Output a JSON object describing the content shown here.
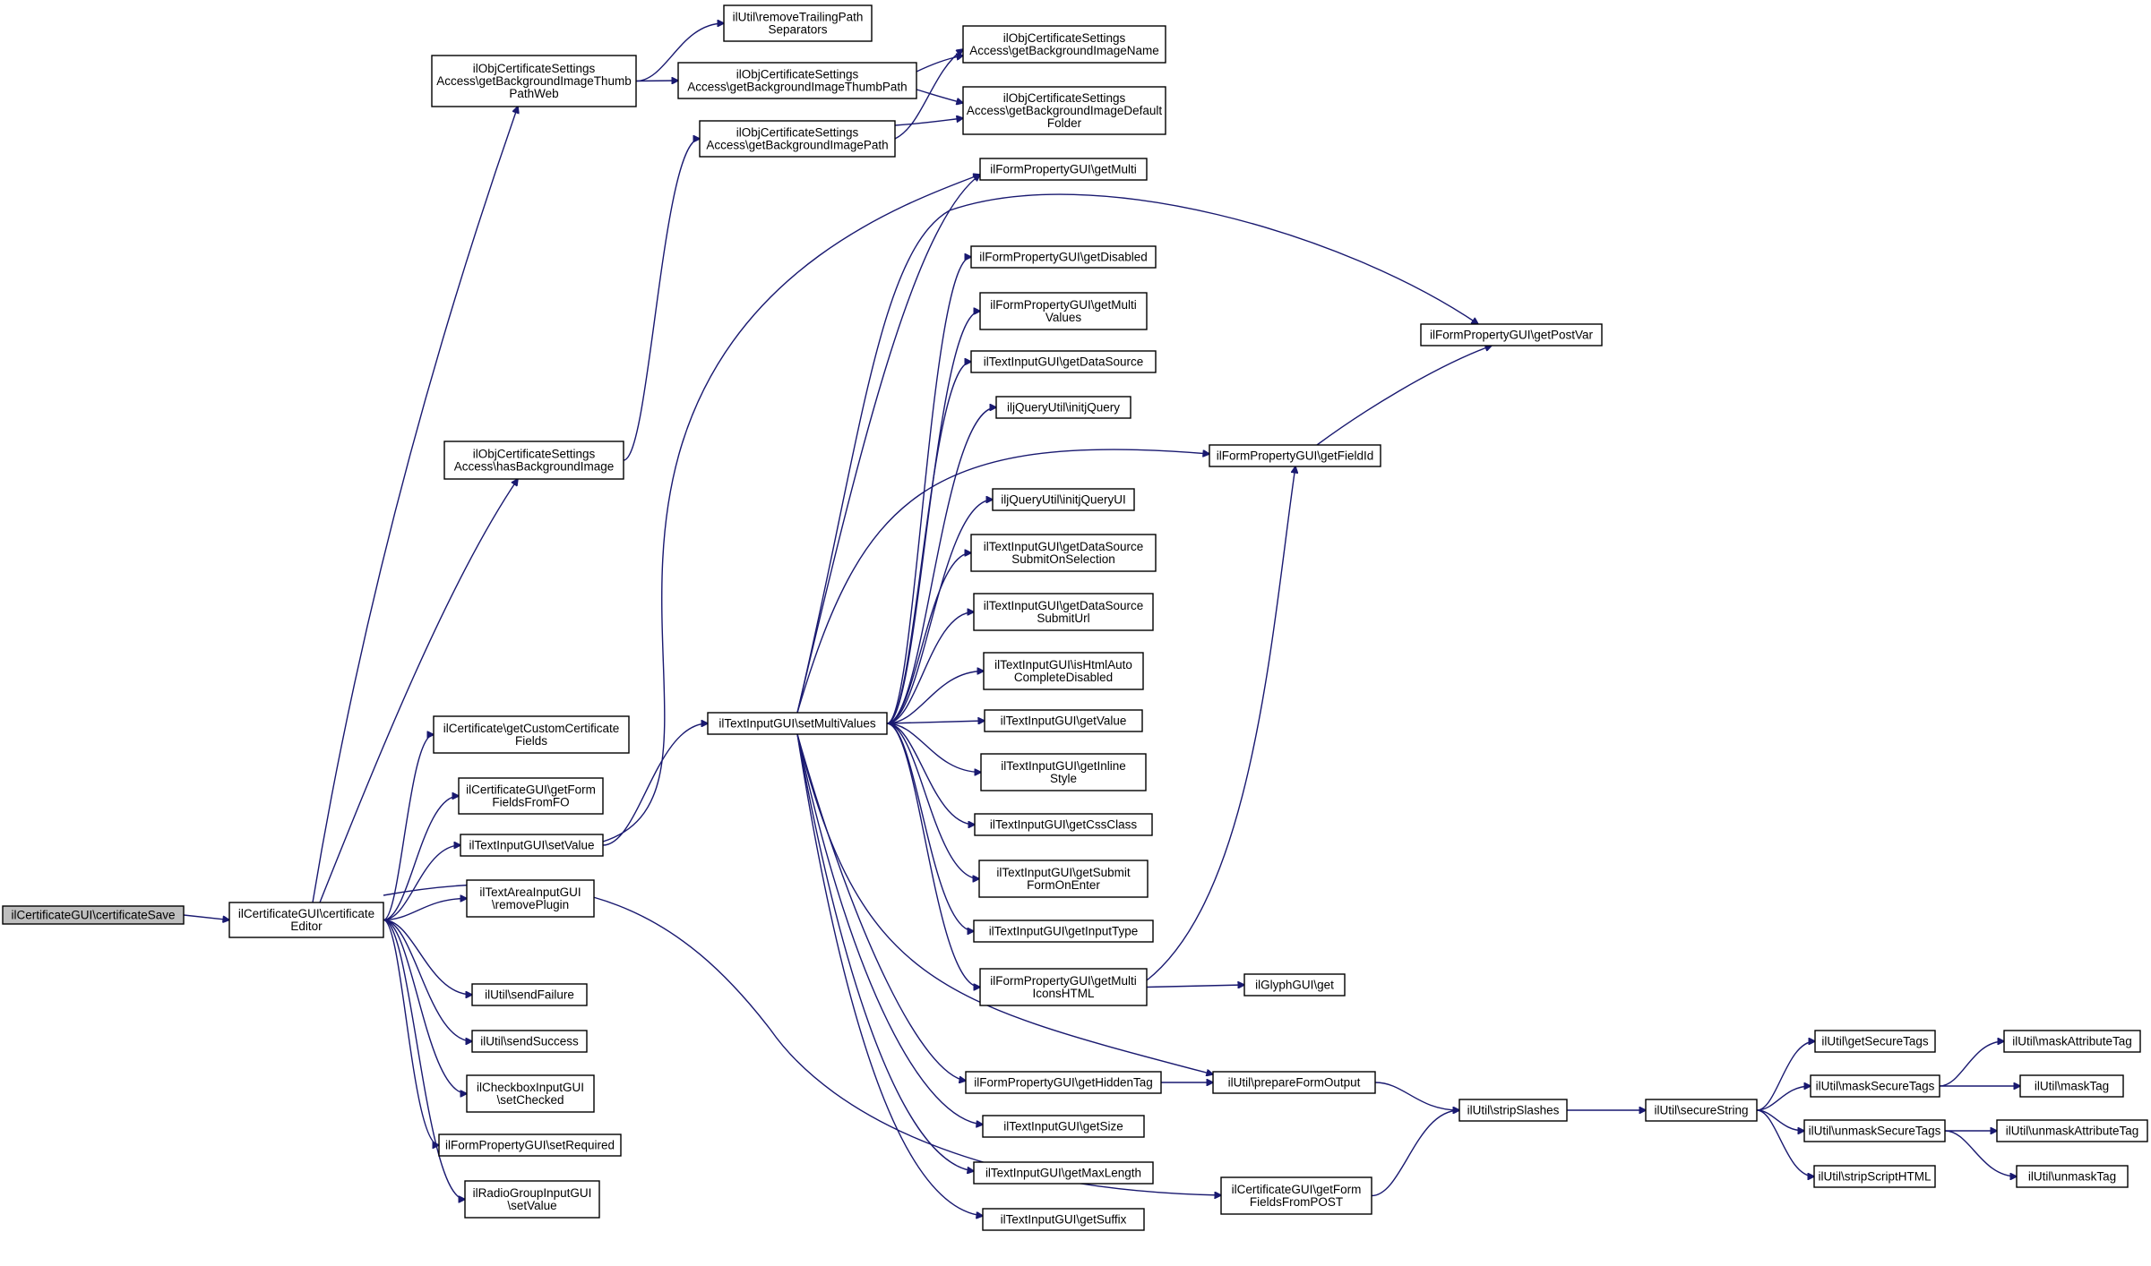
{
  "diagram": {
    "edge_color": "#191970",
    "node_fill": "#ffffff",
    "root_fill": "#bfbfbf",
    "nodes": [
      {
        "id": "n1",
        "lines": [
          "ilCertificateGUI\\certificateSave"
        ],
        "root": true
      },
      {
        "id": "n2",
        "lines": [
          "ilCertificateGUI\\certificate",
          "Editor"
        ]
      },
      {
        "id": "n3",
        "lines": [
          "ilObjCertificateSettings",
          "Access\\getBackgroundImageThumb",
          "PathWeb"
        ]
      },
      {
        "id": "n4",
        "lines": [
          "ilObjCertificateSettings",
          "Access\\hasBackgroundImage"
        ]
      },
      {
        "id": "n5",
        "lines": [
          "ilCertificate\\getCustomCertificate",
          "Fields"
        ]
      },
      {
        "id": "n6",
        "lines": [
          "ilCertificateGUI\\getForm",
          "FieldsFromFO"
        ]
      },
      {
        "id": "n7",
        "lines": [
          "ilTextInputGUI\\setValue"
        ]
      },
      {
        "id": "n8",
        "lines": [
          "ilTextAreaInputGUI",
          "\\removePlugin"
        ]
      },
      {
        "id": "n9",
        "lines": [
          "ilUtil\\sendFailure"
        ]
      },
      {
        "id": "n10",
        "lines": [
          "ilUtil\\sendSuccess"
        ]
      },
      {
        "id": "n11",
        "lines": [
          "ilCheckboxInputGUI",
          "\\setChecked"
        ]
      },
      {
        "id": "n12",
        "lines": [
          "ilFormPropertyGUI\\setRequired"
        ]
      },
      {
        "id": "n13",
        "lines": [
          "ilRadioGroupInputGUI",
          "\\setValue"
        ]
      },
      {
        "id": "n14",
        "lines": [
          "ilUtil\\removeTrailingPath",
          "Separators"
        ]
      },
      {
        "id": "n15",
        "lines": [
          "ilObjCertificateSettings",
          "Access\\getBackgroundImageThumbPath"
        ]
      },
      {
        "id": "n16",
        "lines": [
          "ilObjCertificateSettings",
          "Access\\getBackgroundImagePath"
        ]
      },
      {
        "id": "n17",
        "lines": [
          "ilTextInputGUI\\setMultiValues"
        ]
      },
      {
        "id": "n18",
        "lines": [
          "ilObjCertificateSettings",
          "Access\\getBackgroundImageName"
        ]
      },
      {
        "id": "n19",
        "lines": [
          "ilObjCertificateSettings",
          "Access\\getBackgroundImageDefault",
          "Folder"
        ]
      },
      {
        "id": "n20",
        "lines": [
          "ilFormPropertyGUI\\getMulti"
        ]
      },
      {
        "id": "n21",
        "lines": [
          "ilFormPropertyGUI\\getDisabled"
        ]
      },
      {
        "id": "n22",
        "lines": [
          "ilFormPropertyGUI\\getMulti",
          "Values"
        ]
      },
      {
        "id": "n23",
        "lines": [
          "ilTextInputGUI\\getDataSource"
        ]
      },
      {
        "id": "n24",
        "lines": [
          "iljQueryUtil\\initjQuery"
        ]
      },
      {
        "id": "n25",
        "lines": [
          "iljQueryUtil\\initjQueryUI"
        ]
      },
      {
        "id": "n26",
        "lines": [
          "ilTextInputGUI\\getDataSource",
          "SubmitOnSelection"
        ]
      },
      {
        "id": "n27",
        "lines": [
          "ilTextInputGUI\\getDataSource",
          "SubmitUrl"
        ]
      },
      {
        "id": "n28",
        "lines": [
          "ilTextInputGUI\\isHtmlAuto",
          "CompleteDisabled"
        ]
      },
      {
        "id": "n29",
        "lines": [
          "ilTextInputGUI\\getValue"
        ]
      },
      {
        "id": "n30",
        "lines": [
          "ilTextInputGUI\\getInline",
          "Style"
        ]
      },
      {
        "id": "n31",
        "lines": [
          "ilTextInputGUI\\getCssClass"
        ]
      },
      {
        "id": "n32",
        "lines": [
          "ilTextInputGUI\\getSubmit",
          "FormOnEnter"
        ]
      },
      {
        "id": "n33",
        "lines": [
          "ilTextInputGUI\\getInputType"
        ]
      },
      {
        "id": "n34",
        "lines": [
          "ilFormPropertyGUI\\getMulti",
          "IconsHTML"
        ]
      },
      {
        "id": "n35",
        "lines": [
          "ilFormPropertyGUI\\getHiddenTag"
        ]
      },
      {
        "id": "n36",
        "lines": [
          "ilTextInputGUI\\getSize"
        ]
      },
      {
        "id": "n37",
        "lines": [
          "ilTextInputGUI\\getMaxLength"
        ]
      },
      {
        "id": "n38",
        "lines": [
          "ilTextInputGUI\\getSuffix"
        ]
      },
      {
        "id": "n39",
        "lines": [
          "ilFormPropertyGUI\\getPostVar"
        ]
      },
      {
        "id": "n40",
        "lines": [
          "ilFormPropertyGUI\\getFieldId"
        ]
      },
      {
        "id": "n41",
        "lines": [
          "ilGlyphGUI\\get"
        ]
      },
      {
        "id": "n42",
        "lines": [
          "ilUtil\\prepareFormOutput"
        ]
      },
      {
        "id": "n43",
        "lines": [
          "ilCertificateGUI\\getForm",
          "FieldsFromPOST"
        ]
      },
      {
        "id": "n44",
        "lines": [
          "ilUtil\\stripSlashes"
        ]
      },
      {
        "id": "n45",
        "lines": [
          "ilUtil\\secureString"
        ]
      },
      {
        "id": "n46",
        "lines": [
          "ilUtil\\getSecureTags"
        ]
      },
      {
        "id": "n47",
        "lines": [
          "ilUtil\\maskSecureTags"
        ]
      },
      {
        "id": "n48",
        "lines": [
          "ilUtil\\unmaskSecureTags"
        ]
      },
      {
        "id": "n49",
        "lines": [
          "ilUtil\\stripScriptHTML"
        ]
      },
      {
        "id": "n50",
        "lines": [
          "ilUtil\\maskAttributeTag"
        ]
      },
      {
        "id": "n51",
        "lines": [
          "ilUtil\\maskTag"
        ]
      },
      {
        "id": "n52",
        "lines": [
          "ilUtil\\unmaskAttributeTag"
        ]
      },
      {
        "id": "n53",
        "lines": [
          "ilUtil\\unmaskTag"
        ]
      }
    ],
    "edges": [
      [
        "n1",
        "n2"
      ],
      [
        "n2",
        "n3"
      ],
      [
        "n2",
        "n4"
      ],
      [
        "n2",
        "n5"
      ],
      [
        "n2",
        "n6"
      ],
      [
        "n2",
        "n7"
      ],
      [
        "n2",
        "n8"
      ],
      [
        "n2",
        "n9"
      ],
      [
        "n2",
        "n10"
      ],
      [
        "n2",
        "n11"
      ],
      [
        "n2",
        "n12"
      ],
      [
        "n2",
        "n13"
      ],
      [
        "n2",
        "n43"
      ],
      [
        "n3",
        "n14"
      ],
      [
        "n3",
        "n15"
      ],
      [
        "n4",
        "n16"
      ],
      [
        "n7",
        "n17"
      ],
      [
        "n7",
        "n20"
      ],
      [
        "n15",
        "n18"
      ],
      [
        "n15",
        "n19"
      ],
      [
        "n16",
        "n18"
      ],
      [
        "n16",
        "n19"
      ],
      [
        "n17",
        "n20"
      ],
      [
        "n17",
        "n39"
      ],
      [
        "n17",
        "n21"
      ],
      [
        "n17",
        "n22"
      ],
      [
        "n17",
        "n23"
      ],
      [
        "n17",
        "n24"
      ],
      [
        "n17",
        "n40"
      ],
      [
        "n17",
        "n25"
      ],
      [
        "n17",
        "n26"
      ],
      [
        "n17",
        "n27"
      ],
      [
        "n17",
        "n28"
      ],
      [
        "n17",
        "n29"
      ],
      [
        "n17",
        "n30"
      ],
      [
        "n17",
        "n31"
      ],
      [
        "n17",
        "n32"
      ],
      [
        "n17",
        "n33"
      ],
      [
        "n17",
        "n34"
      ],
      [
        "n17",
        "n42"
      ],
      [
        "n17",
        "n35"
      ],
      [
        "n17",
        "n36"
      ],
      [
        "n17",
        "n37"
      ],
      [
        "n17",
        "n38"
      ],
      [
        "n40",
        "n39"
      ],
      [
        "n34",
        "n40"
      ],
      [
        "n34",
        "n41"
      ],
      [
        "n35",
        "n42"
      ],
      [
        "n42",
        "n44"
      ],
      [
        "n43",
        "n44"
      ],
      [
        "n44",
        "n45"
      ],
      [
        "n45",
        "n46"
      ],
      [
        "n45",
        "n47"
      ],
      [
        "n45",
        "n48"
      ],
      [
        "n45",
        "n49"
      ],
      [
        "n47",
        "n50"
      ],
      [
        "n47",
        "n51"
      ],
      [
        "n48",
        "n52"
      ],
      [
        "n48",
        "n53"
      ]
    ]
  }
}
